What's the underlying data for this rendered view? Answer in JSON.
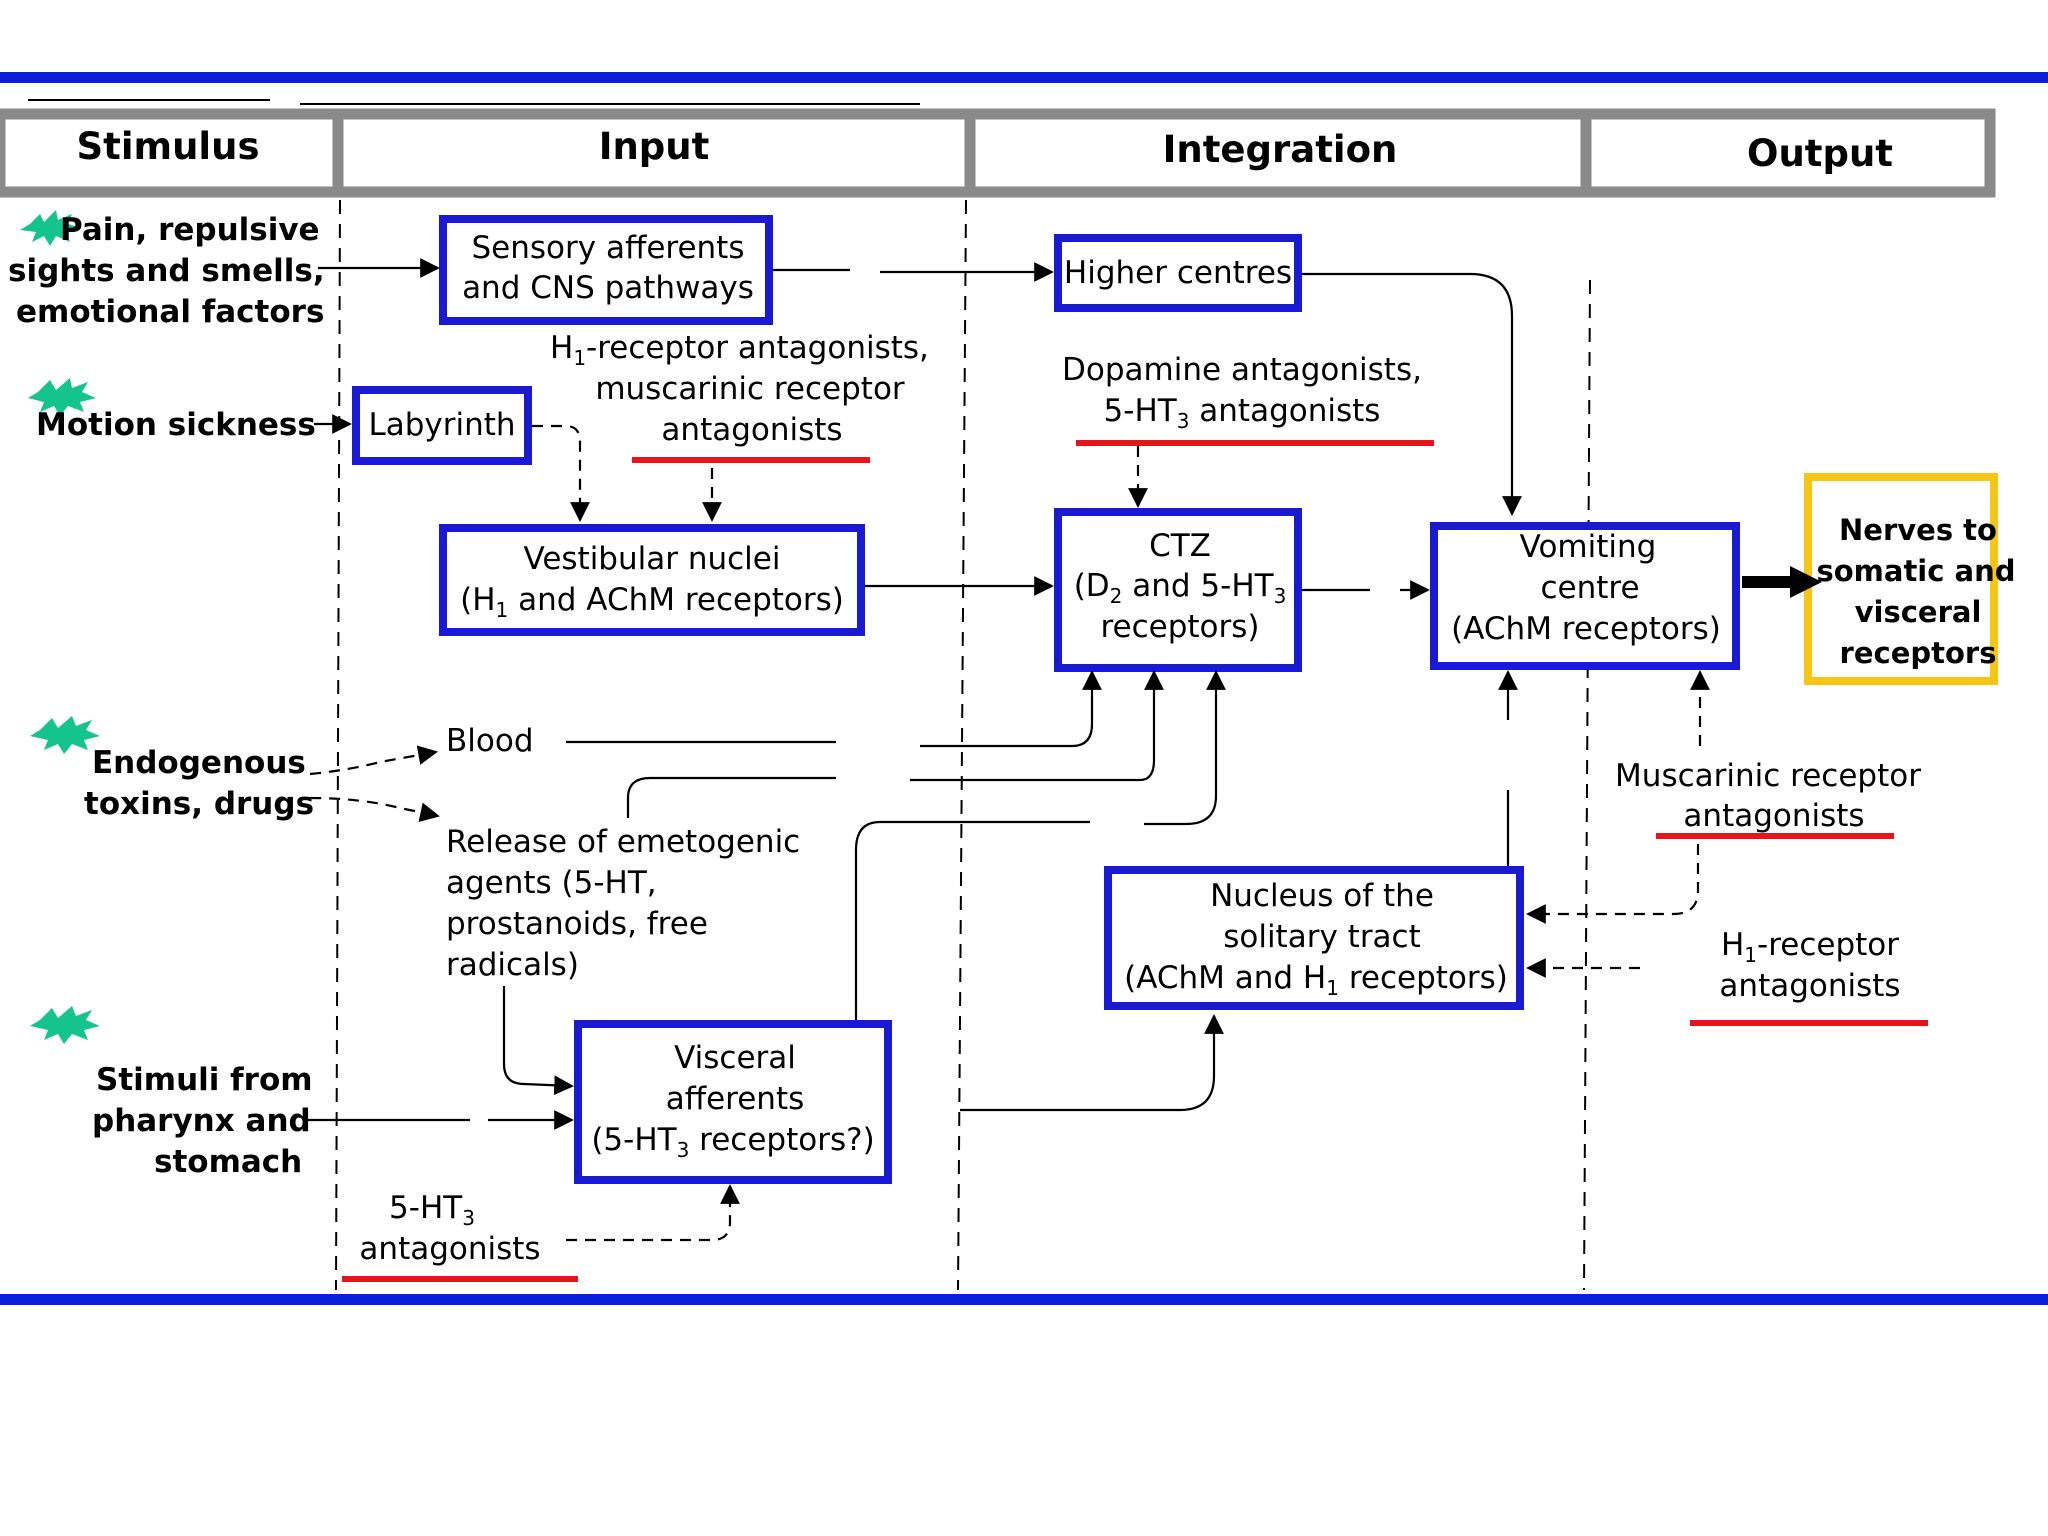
{
  "headers": {
    "stimulus": "Stimulus",
    "input": "Input",
    "integration": "Integration",
    "output": "Output"
  },
  "stimuli": {
    "pain": [
      "Pain, repulsive",
      "sights and smells,",
      "emotional factors"
    ],
    "motion": "Motion sickness",
    "toxins": [
      "Endogenous",
      "toxins, drugs"
    ],
    "pharynx": [
      "Stimuli from",
      "pharynx and",
      "stomach"
    ]
  },
  "boxes": {
    "sensory": [
      "Sensory afferents",
      "and CNS pathways"
    ],
    "higher": "Higher centres",
    "labyrinth": "Labyrinth",
    "vestibular": [
      "Vestibular nuclei",
      "(H",
      "1",
      " and AChM receptors)"
    ],
    "ctz": [
      "CTZ",
      "(D",
      "2",
      " and 5-HT",
      "3",
      "receptors)"
    ],
    "vomiting": [
      "Vomiting",
      "centre",
      "(AChM receptors)"
    ],
    "nerves": [
      "Nerves to",
      "somatic and",
      "visceral",
      "receptors"
    ],
    "nts": [
      "Nucleus of the",
      "solitary tract",
      "(AChM and H",
      "1",
      " receptors)"
    ],
    "visceral": [
      "Visceral",
      "afferents",
      "(5-HT",
      "3",
      " receptors?)"
    ]
  },
  "labels": {
    "h1_musc": [
      "H",
      "1",
      "-receptor antagonists,",
      "muscarinic receptor",
      "antagonists"
    ],
    "dopamine": [
      "Dopamine antagonists,",
      "5-HT",
      "3",
      " antagonists"
    ],
    "blood": "Blood",
    "release": [
      "Release of emetogenic",
      "agents (5-HT,",
      "prostanoids, free",
      "radicals)"
    ],
    "musc_right": [
      "Muscarinic receptor",
      "antagonists"
    ],
    "h1_right": [
      "H",
      "1",
      "-receptor",
      "antagonists"
    ],
    "ht3_bottom": [
      "5-HT",
      "3",
      "antagonists"
    ]
  },
  "colors": {
    "rule_blue": "#0a1fd9",
    "box_blue": "#1a1ad6",
    "output_yellow": "#f7c614",
    "underline_red": "#e8141b",
    "burst_green": "#14c48c",
    "header_gray": "#8a8a8a"
  },
  "icons": [
    "starburst-icon"
  ]
}
